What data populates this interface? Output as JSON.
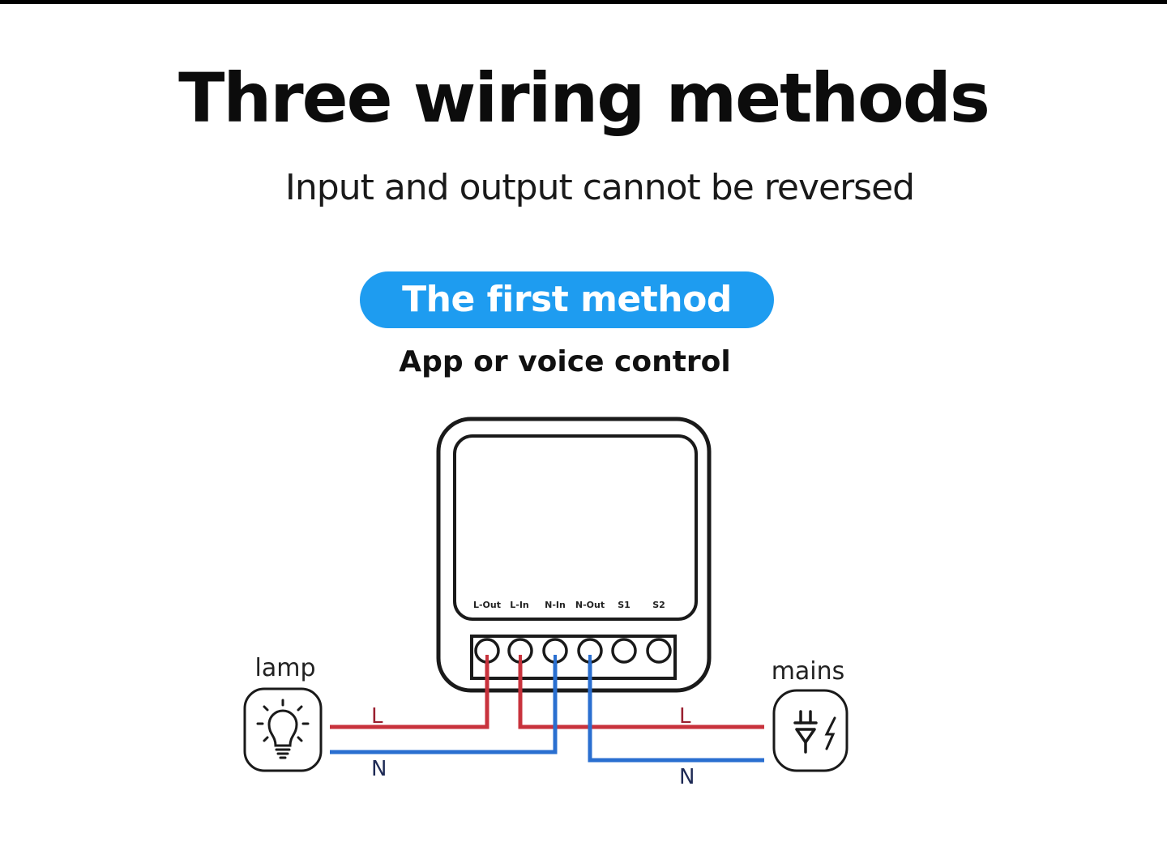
{
  "title": "Three wiring methods",
  "subtitle": "Input and output cannot be reversed",
  "method": {
    "label": "The first method",
    "description": "App or voice control"
  },
  "device": {
    "terminals": [
      "L-Out",
      "L-In",
      "N-In",
      "N-Out",
      "S1",
      "S2"
    ]
  },
  "lamp": {
    "label": "lamp",
    "icon": "lightbulb-icon"
  },
  "mains": {
    "label": "mains",
    "icon": "plug-power-icon"
  },
  "wires": {
    "lamp_live": "L",
    "lamp_neutral": "N",
    "mains_live": "L",
    "mains_neutral": "N"
  },
  "colors": {
    "accent": "#1e9cf0",
    "live": "#c8323c",
    "neutral": "#2a6fd0",
    "outline": "#1a1a1a"
  }
}
